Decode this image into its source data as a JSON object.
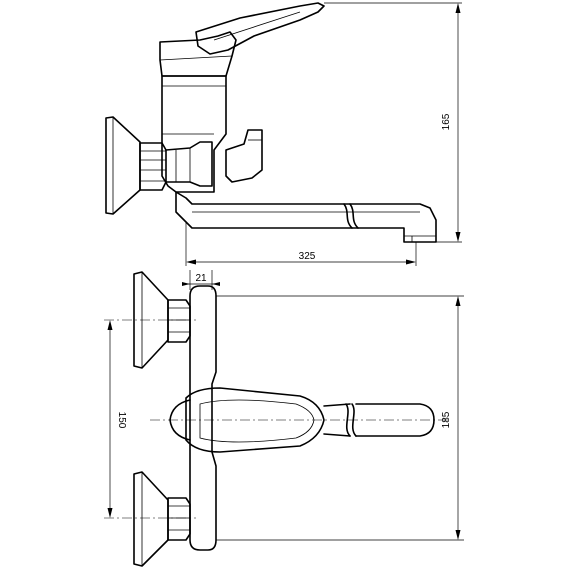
{
  "dimensions": {
    "height_165": "165",
    "spout_length_325": "325",
    "offset_21": "21",
    "center_distance_150": "150",
    "overall_height_185": "185"
  }
}
